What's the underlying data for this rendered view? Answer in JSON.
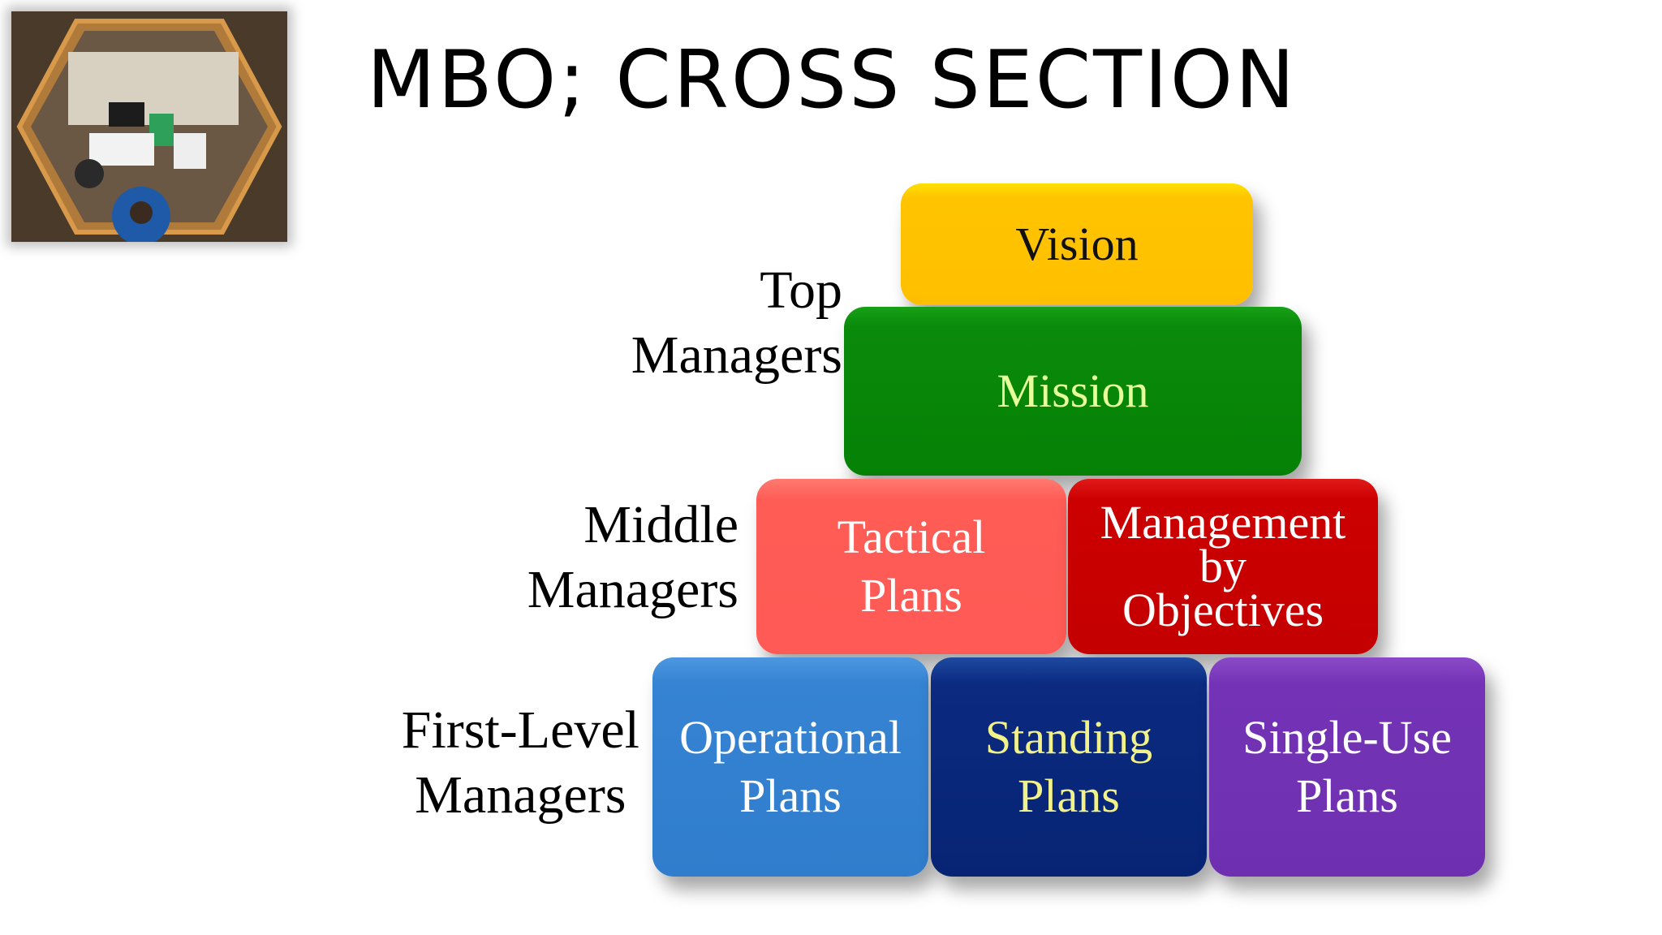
{
  "title": "MBO; CROSS SECTION",
  "levels": {
    "top": [
      "Top",
      "Managers"
    ],
    "middle": [
      "Middle",
      "Managers"
    ],
    "first": [
      "First-Level",
      "Managers"
    ]
  },
  "blocks": {
    "vision": [
      "Vision"
    ],
    "mission": [
      "Mission"
    ],
    "tactical": [
      "Tactical",
      "Plans"
    ],
    "mbo": [
      "Management",
      "by",
      "Objectives"
    ],
    "operational": [
      "Operational",
      "Plans"
    ],
    "standing": [
      "Standing",
      "Plans"
    ],
    "single_use": [
      "Single-Use",
      "Plans"
    ]
  },
  "colors": {
    "vision": "#ffc000",
    "mission": "#008000",
    "tactical": "#ff5a55",
    "mbo": "#c80000",
    "operational": "#2f7dcc",
    "standing": "#072474",
    "single_use": "#6e30b0"
  }
}
